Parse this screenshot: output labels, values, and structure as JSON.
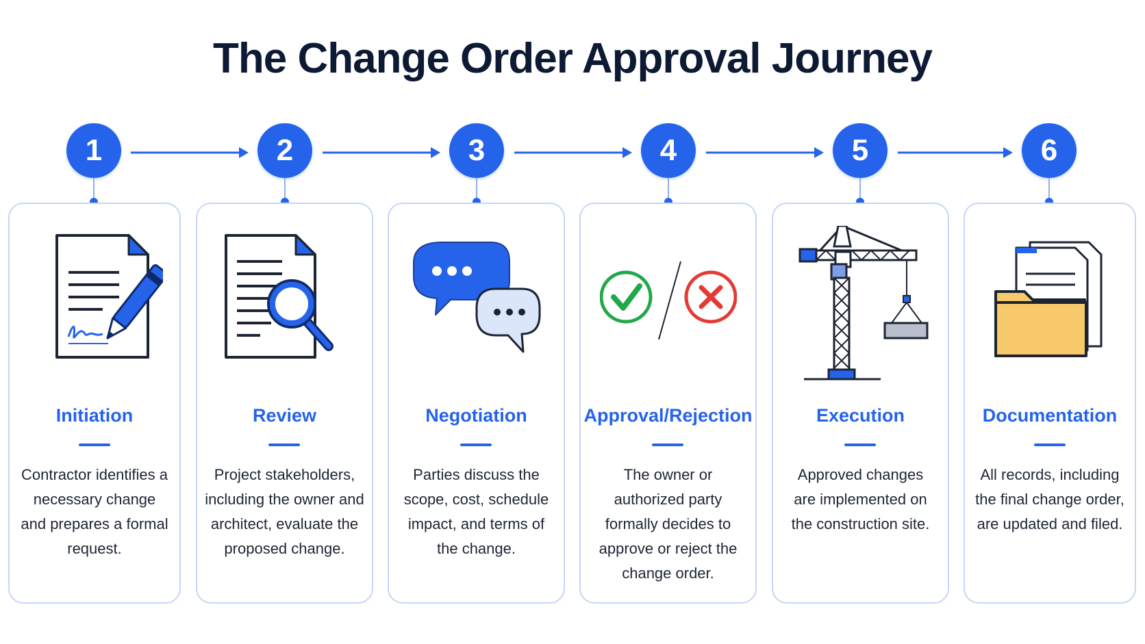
{
  "title": "The Change Order Approval Journey",
  "steps": [
    {
      "number": "1",
      "title": "Initiation",
      "description": "Contractor identifies a necessary change and prepares a formal request.",
      "icon": "document-signature-icon"
    },
    {
      "number": "2",
      "title": "Review",
      "description": "Project stakeholders, including the owner and architect, evaluate the proposed change.",
      "icon": "document-magnifier-icon"
    },
    {
      "number": "3",
      "title": "Negotiation",
      "description": "Parties discuss the scope, cost, schedule impact, and terms of the change.",
      "icon": "chat-bubbles-icon"
    },
    {
      "number": "4",
      "title": "Approval/Rejection",
      "description": "The owner or authorized party formally decides to approve or reject the change order.",
      "icon": "check-cross-icon"
    },
    {
      "number": "5",
      "title": "Execution",
      "description": "Approved changes are implemented on the construction site.",
      "icon": "tower-crane-icon"
    },
    {
      "number": "6",
      "title": "Documentation",
      "description": "All records, including the final change order, are updated and filed.",
      "icon": "folder-document-icon"
    }
  ],
  "colors": {
    "accent": "#2563eb",
    "title": "#0c1a33",
    "card_border": "#c6d6f3",
    "approve": "#22a84a",
    "reject": "#e53935",
    "folder": "#f8c96a"
  }
}
